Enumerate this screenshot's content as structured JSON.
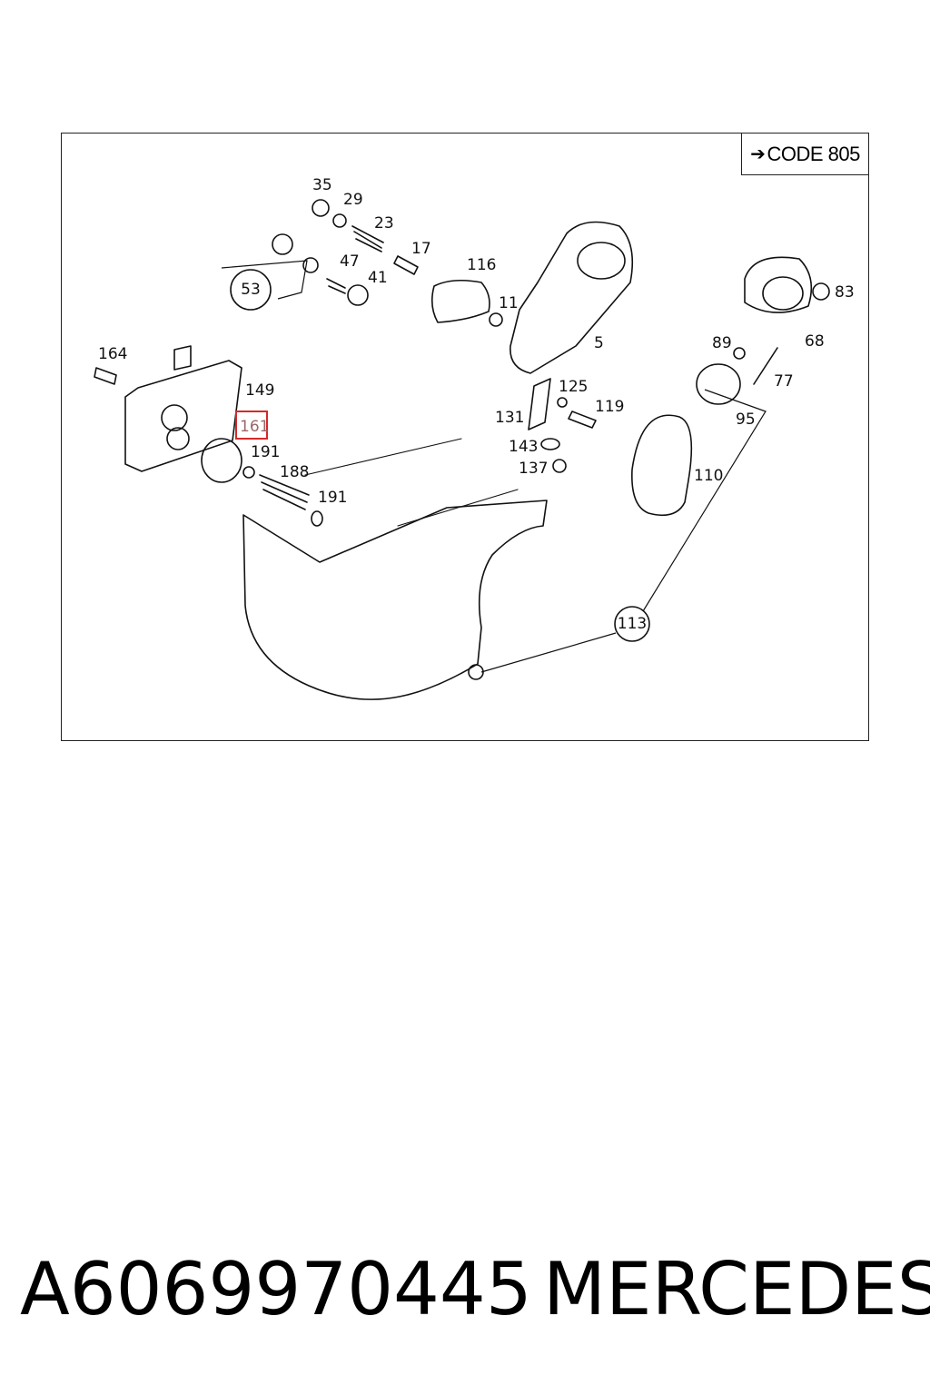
{
  "diagram": {
    "code_label": "CODE 805",
    "code_arrow_icon": "right-arrow-icon",
    "highlight_color": "#d42a2a",
    "highlighted_label": "161",
    "callouts": [
      "35",
      "29",
      "23",
      "17",
      "116",
      "11",
      "5",
      "47",
      "41",
      "164",
      "149",
      "161",
      "191",
      "188",
      "191",
      "131",
      "125",
      "119",
      "143",
      "137",
      "89",
      "68",
      "83",
      "77",
      "95",
      "110"
    ],
    "circled_callouts": [
      "53",
      "113"
    ]
  },
  "caption": {
    "part_number": "A6069970445",
    "brand": "MERCEDES"
  }
}
